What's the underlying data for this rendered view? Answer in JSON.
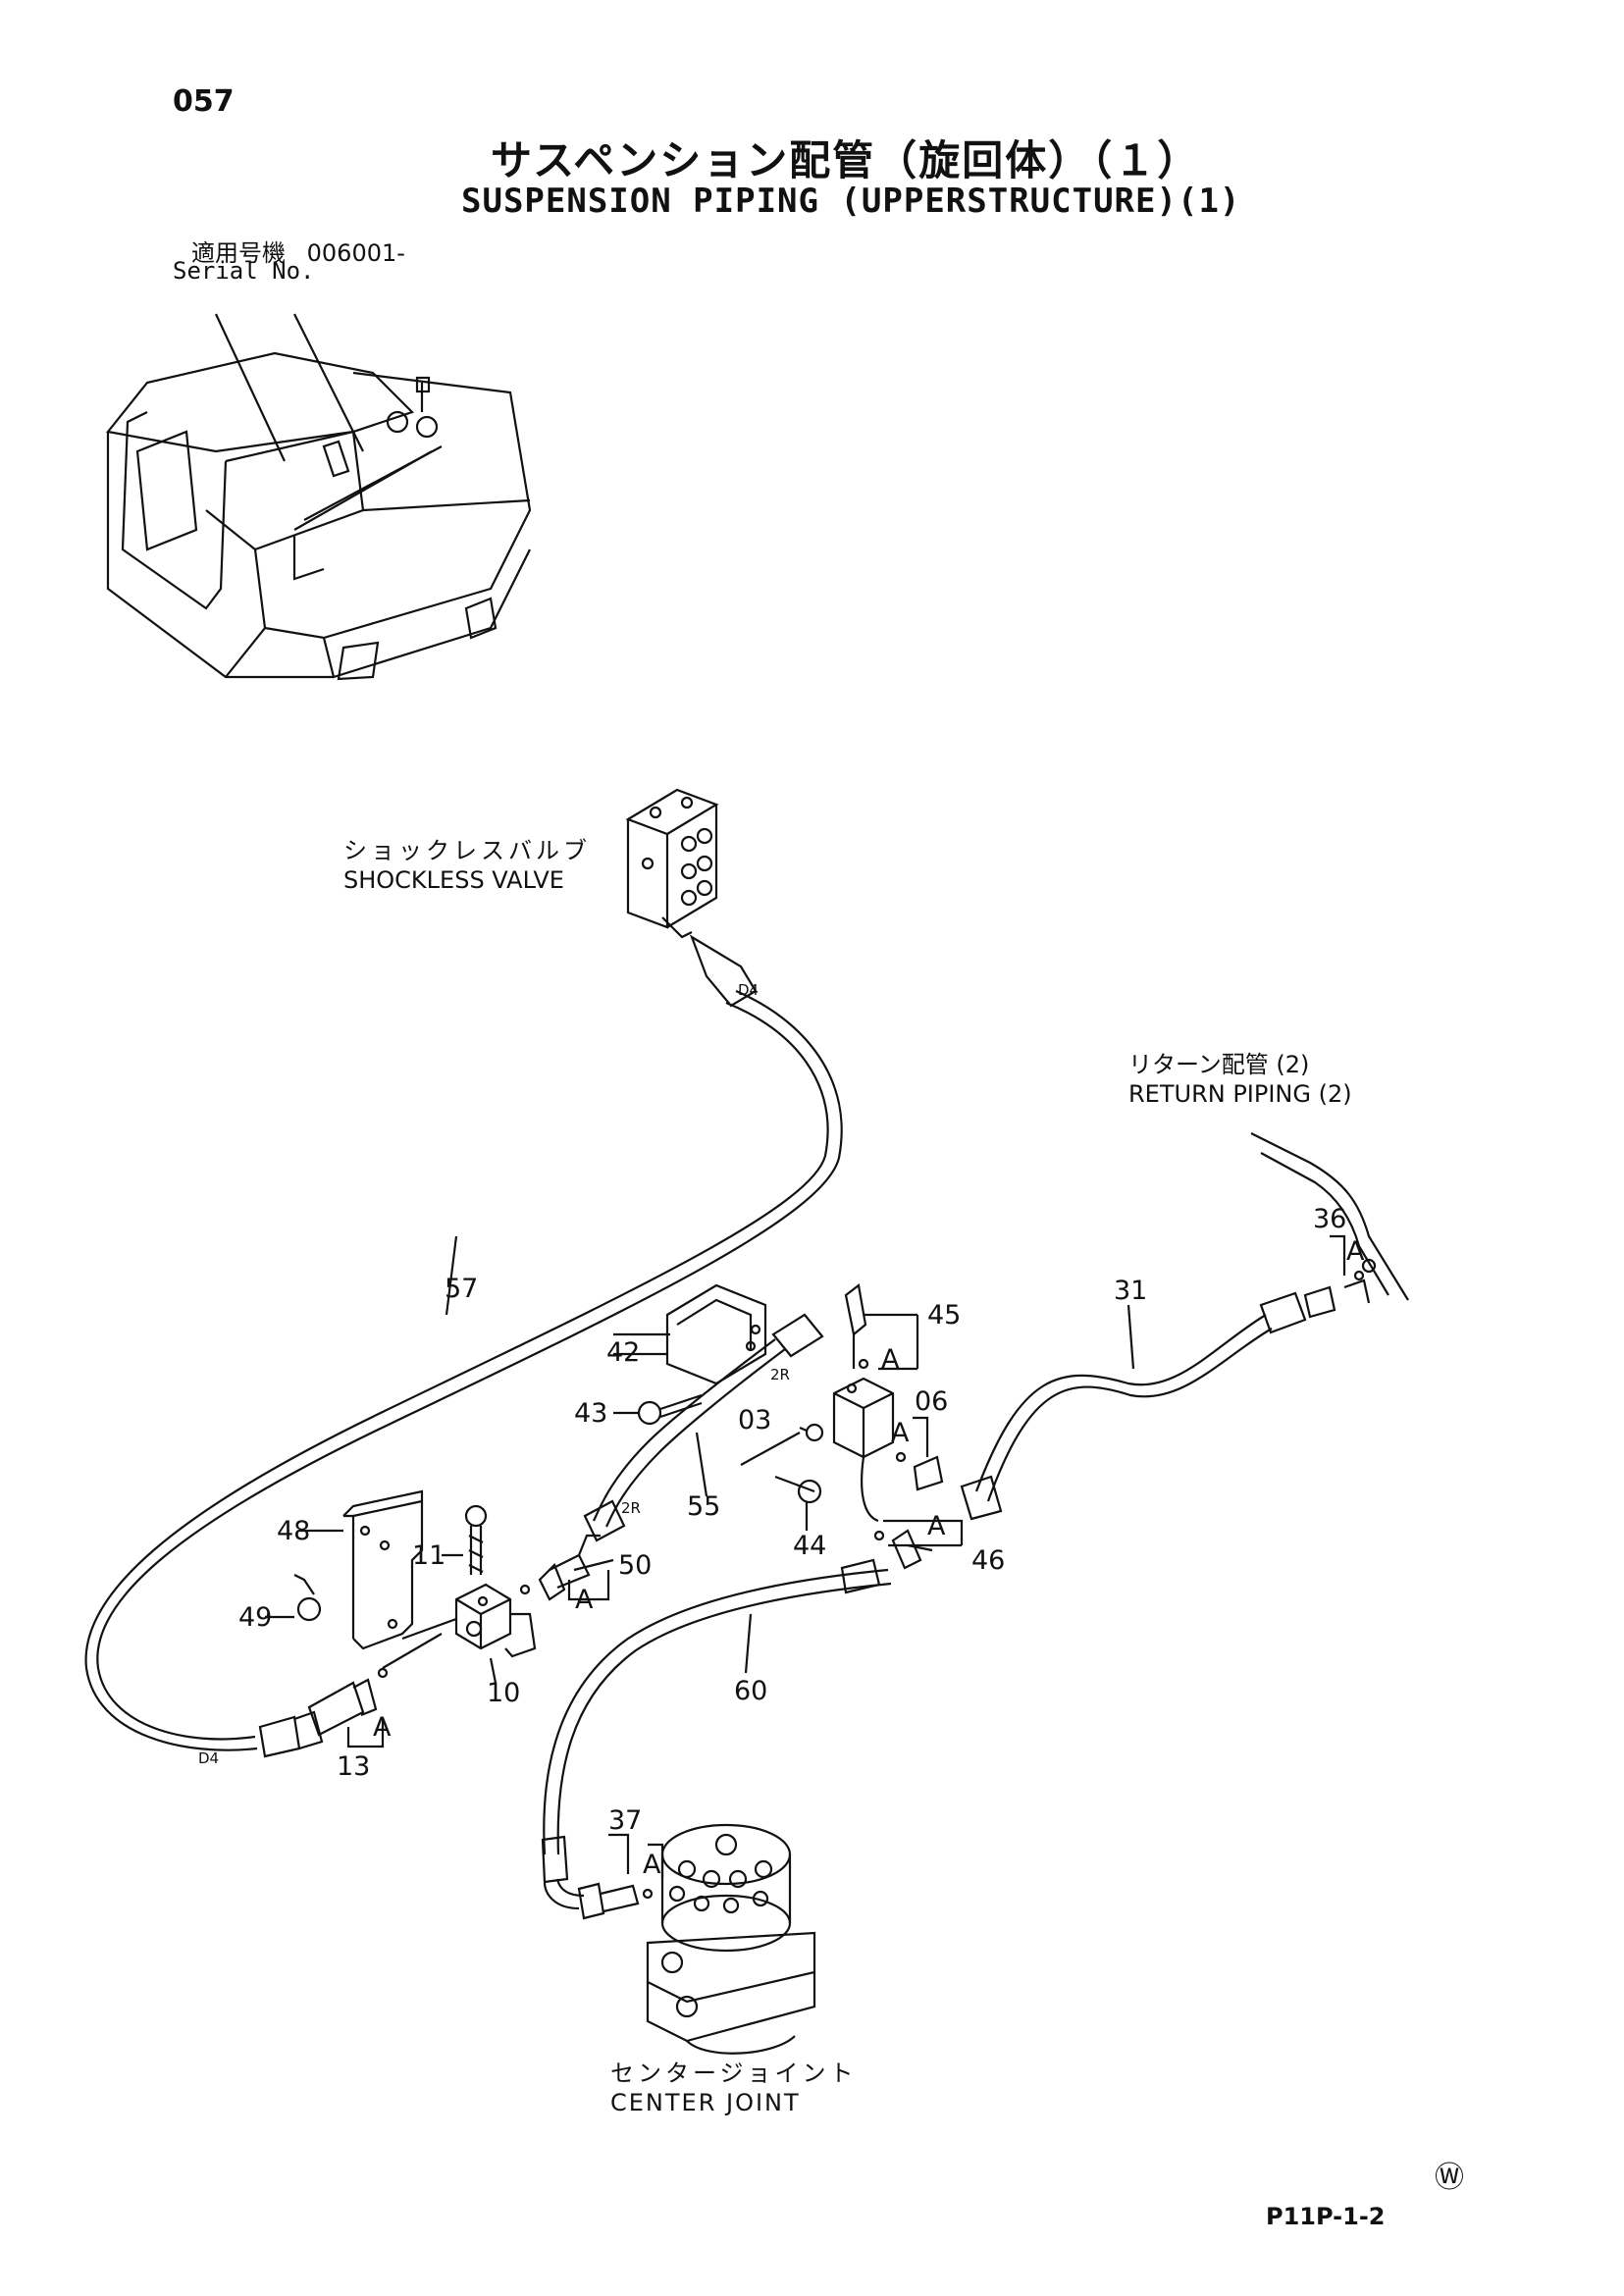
{
  "header": {
    "page_number": "057",
    "title_jp": "サスペンション配管（旋回体）（１）",
    "title_en": "SUSPENSION PIPING (UPPERSTRUCTURE)(1)",
    "serial_label_jp": "適用号機",
    "serial_value": "006001-",
    "serial_label_en": "Serial No."
  },
  "components": {
    "shockless_valve_jp": "ショックレスバルブ",
    "shockless_valve_en": "SHOCKLESS VALVE",
    "return_piping_jp": "リターン配管 (2)",
    "return_piping_en": "RETURN PIPING (2)",
    "center_joint_jp": "センタージョイント",
    "center_joint_en": "CENTER JOINT"
  },
  "callouts": {
    "p57": "57",
    "p42": "42",
    "p43": "43",
    "p55": "55",
    "p45": "45",
    "p03": "03",
    "p06": "06",
    "p44": "44",
    "p46": "46",
    "p31": "31",
    "p36": "36",
    "p48": "48",
    "p11": "11",
    "p49": "49",
    "p10": "10",
    "p13": "13",
    "p50": "50",
    "p60": "60",
    "p37": "37"
  },
  "markers": {
    "a1": "A",
    "a2": "A",
    "a3": "A",
    "a4": "A",
    "a5": "A",
    "a6": "A",
    "a7": "A",
    "a8": "A",
    "d4_top": "D4",
    "d4_bottom": "D4",
    "r2_top": "2R",
    "r2_bottom": "2R"
  },
  "footer": {
    "mark": "Ⓦ",
    "code": "P11P-1-2"
  }
}
